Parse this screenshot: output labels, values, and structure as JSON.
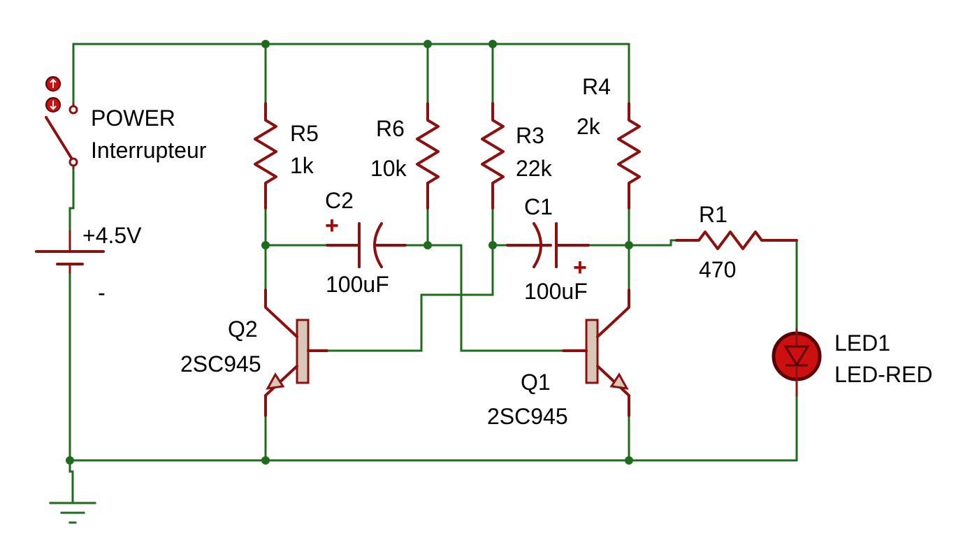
{
  "colors": {
    "wire": "#1e6b1e",
    "component": "#8b1010",
    "transistor_body": "#d8c8b8",
    "led_fill": "#cc1010",
    "led_ring": "#5a0000"
  },
  "components": {
    "switch": {
      "ref": "POWER",
      "value": "Interrupteur"
    },
    "battery": {
      "ref": "+4.5V",
      "minus": "-"
    },
    "r5": {
      "ref": "R5",
      "value": "1k"
    },
    "r6": {
      "ref": "R6",
      "value": "10k"
    },
    "r3": {
      "ref": "R3",
      "value": "22k"
    },
    "r4": {
      "ref": "R4",
      "value": "2k"
    },
    "r1": {
      "ref": "R1",
      "value": "470"
    },
    "c2": {
      "ref": "C2",
      "value": "100uF",
      "polarity": "+"
    },
    "c1": {
      "ref": "C1",
      "value": "100uF",
      "polarity": "+"
    },
    "q2": {
      "ref": "Q2",
      "value": "2SC945"
    },
    "q1": {
      "ref": "Q1",
      "value": "2SC945"
    },
    "led1": {
      "ref": "LED1",
      "value": "LED-RED"
    }
  }
}
